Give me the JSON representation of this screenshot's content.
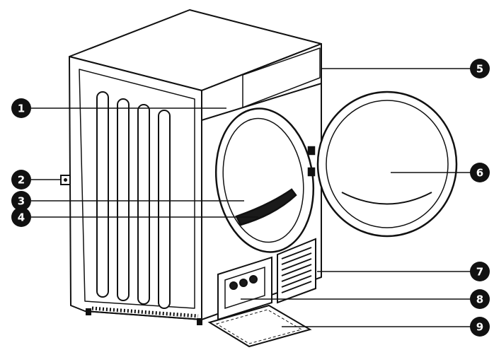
{
  "figure": {
    "subject": "tumble dryer, front three-quarter view with door open",
    "colors": {
      "line": "#111111",
      "fill": "#ffffff",
      "callout": "#111111",
      "callout_text": "#ffffff"
    }
  },
  "callouts": [
    {
      "number": "1",
      "part_icon": "control-panel"
    },
    {
      "number": "2",
      "part_icon": "power-button"
    },
    {
      "number": "3",
      "part_icon": "drum"
    },
    {
      "number": "4",
      "part_icon": "drum-lifter"
    },
    {
      "number": "5",
      "part_icon": "top-cover"
    },
    {
      "number": "6",
      "part_icon": "door"
    },
    {
      "number": "7",
      "part_icon": "air-vent"
    },
    {
      "number": "8",
      "part_icon": "condenser"
    },
    {
      "number": "9",
      "part_icon": "condenser-flap"
    }
  ]
}
